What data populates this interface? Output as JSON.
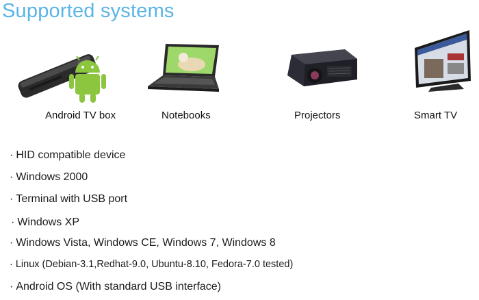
{
  "title": "Supported systems",
  "devices": [
    {
      "label": "Android TV box",
      "icon": "android-tv-box-icon"
    },
    {
      "label": "Notebooks",
      "icon": "notebook-icon"
    },
    {
      "label": "Projectors",
      "icon": "projector-icon"
    },
    {
      "label": "Smart TV",
      "icon": "smart-tv-icon"
    }
  ],
  "bullet_mark": "·",
  "systems": [
    "HID compatible device",
    "Windows 2000",
    "Terminal with USB port",
    "Windows XP",
    "Windows Vista, Windows CE, Windows 7, Windows 8",
    "Linux (Debian-3.1,Redhat-9.0, Ubuntu-8.10, Fedora-7.0 tested)",
    "Android OS (With standard USB interface)"
  ],
  "colors": {
    "title": "#5ab4e6",
    "android_green": "#8cc63f"
  }
}
